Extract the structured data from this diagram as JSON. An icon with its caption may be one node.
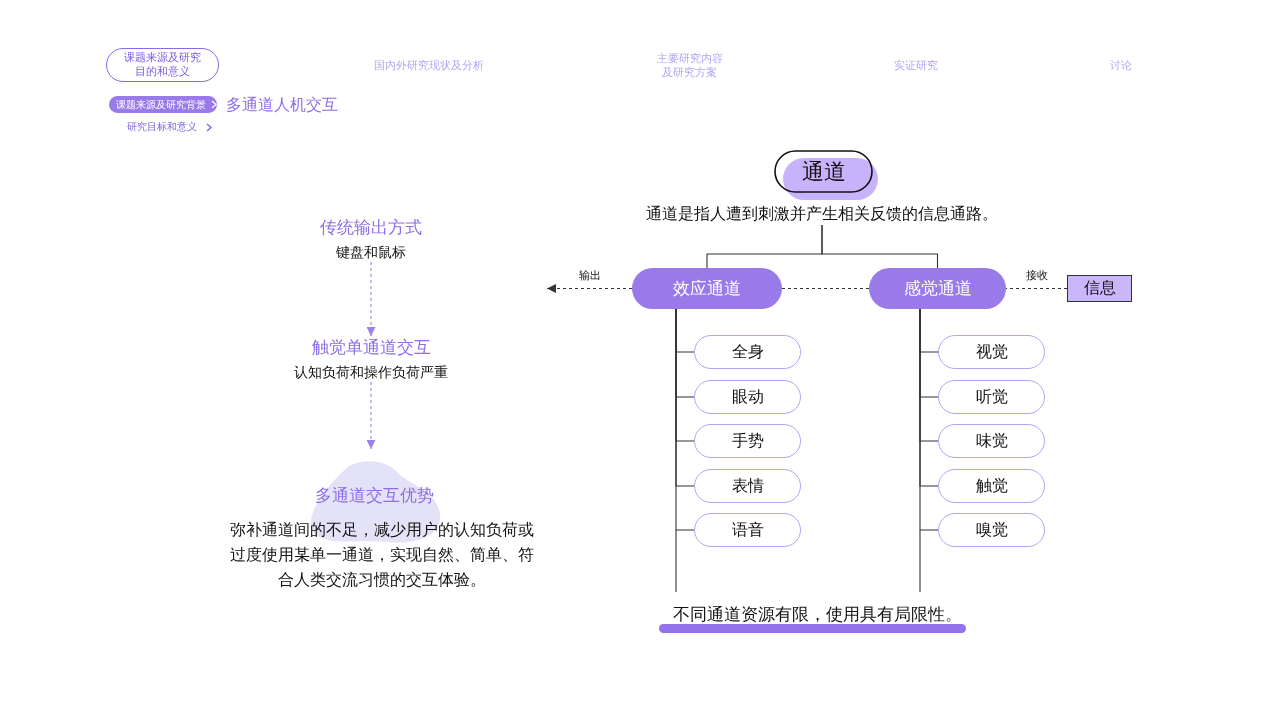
{
  "diagram": {
    "nodes": [
      {
        "text": [
          "课题来源及研究目的和意义"
        ]
      },
      {
        "text": [
          "课题来源及研究背景"
        ]
      },
      {
        "text": [
          "传统输出方式",
          "键盘和鼠标"
        ]
      },
      {
        "text": [
          "触觉单通道交互",
          "认知负荷和操作负荷严重"
        ]
      },
      {
        "text": [
          "多通道交互优势",
          "弥补通道间的不足，减少用户的认知负荷或过度使用某单一通道，实现自然、简单、符合人类交流习惯的交互体验。"
        ]
      },
      {
        "text": [
          "通道"
        ]
      },
      {
        "text": [
          "通道是指人遭到刺激并产生相关反馈的信息通路。"
        ]
      },
      {
        "text": [
          "效应通道"
        ]
      },
      {
        "text": [
          "感觉通道"
        ]
      },
      {
        "text": [
          "信息"
        ]
      },
      {
        "text": [
          "全身"
        ]
      },
      {
        "text": [
          "眼动"
        ]
      },
      {
        "text": [
          "手势"
        ]
      },
      {
        "text": [
          "表情"
        ]
      },
      {
        "text": [
          "语音"
        ]
      },
      {
        "text": [
          "视觉"
        ]
      },
      {
        "text": [
          "听觉"
        ]
      },
      {
        "text": [
          "味觉"
        ]
      },
      {
        "text": [
          "触觉"
        ]
      },
      {
        "text": [
          "嗅觉"
        ]
      }
    ],
    "edges": [
      {
        "from": 2,
        "to": 3,
        "arrow": "to",
        "style": "dashed",
        "color": "#9d80ec"
      },
      {
        "from": 3,
        "to": 4,
        "arrow": "to",
        "style": "dashed",
        "color": "#9d80ec"
      },
      {
        "from": 6,
        "to": 7,
        "arrow": "none"
      },
      {
        "from": 6,
        "to": 8,
        "arrow": "none"
      },
      {
        "from": 7,
        "to": null,
        "arrow": "to",
        "label": "输出",
        "style": "dashed"
      },
      {
        "from": 7,
        "to": 8,
        "arrow": "none",
        "style": "dashed"
      },
      {
        "from": 9,
        "to": 8,
        "arrow": "none",
        "label": "接收",
        "style": "dashed"
      },
      {
        "from": 7,
        "to": 10,
        "arrow": "none"
      },
      {
        "from": 7,
        "to": 11,
        "arrow": "none"
      },
      {
        "from": 7,
        "to": 12,
        "arrow": "none"
      },
      {
        "from": 7,
        "to": 13,
        "arrow": "none"
      },
      {
        "from": 7,
        "to": 14,
        "arrow": "none"
      },
      {
        "from": 8,
        "to": 15,
        "arrow": "none"
      },
      {
        "from": 8,
        "to": 16,
        "arrow": "none"
      },
      {
        "from": 8,
        "to": 17,
        "arrow": "none"
      },
      {
        "from": 8,
        "to": 18,
        "arrow": "none"
      },
      {
        "from": 8,
        "to": 19,
        "arrow": "none"
      }
    ],
    "labels": [
      "国内外研究现状及分析",
      "主要研究内容及研究方案",
      "实证研究",
      "讨论",
      "多通道人机交互",
      "研究目标和意义",
      "不同通道资源有限，使用具有局限性。"
    ]
  }
}
